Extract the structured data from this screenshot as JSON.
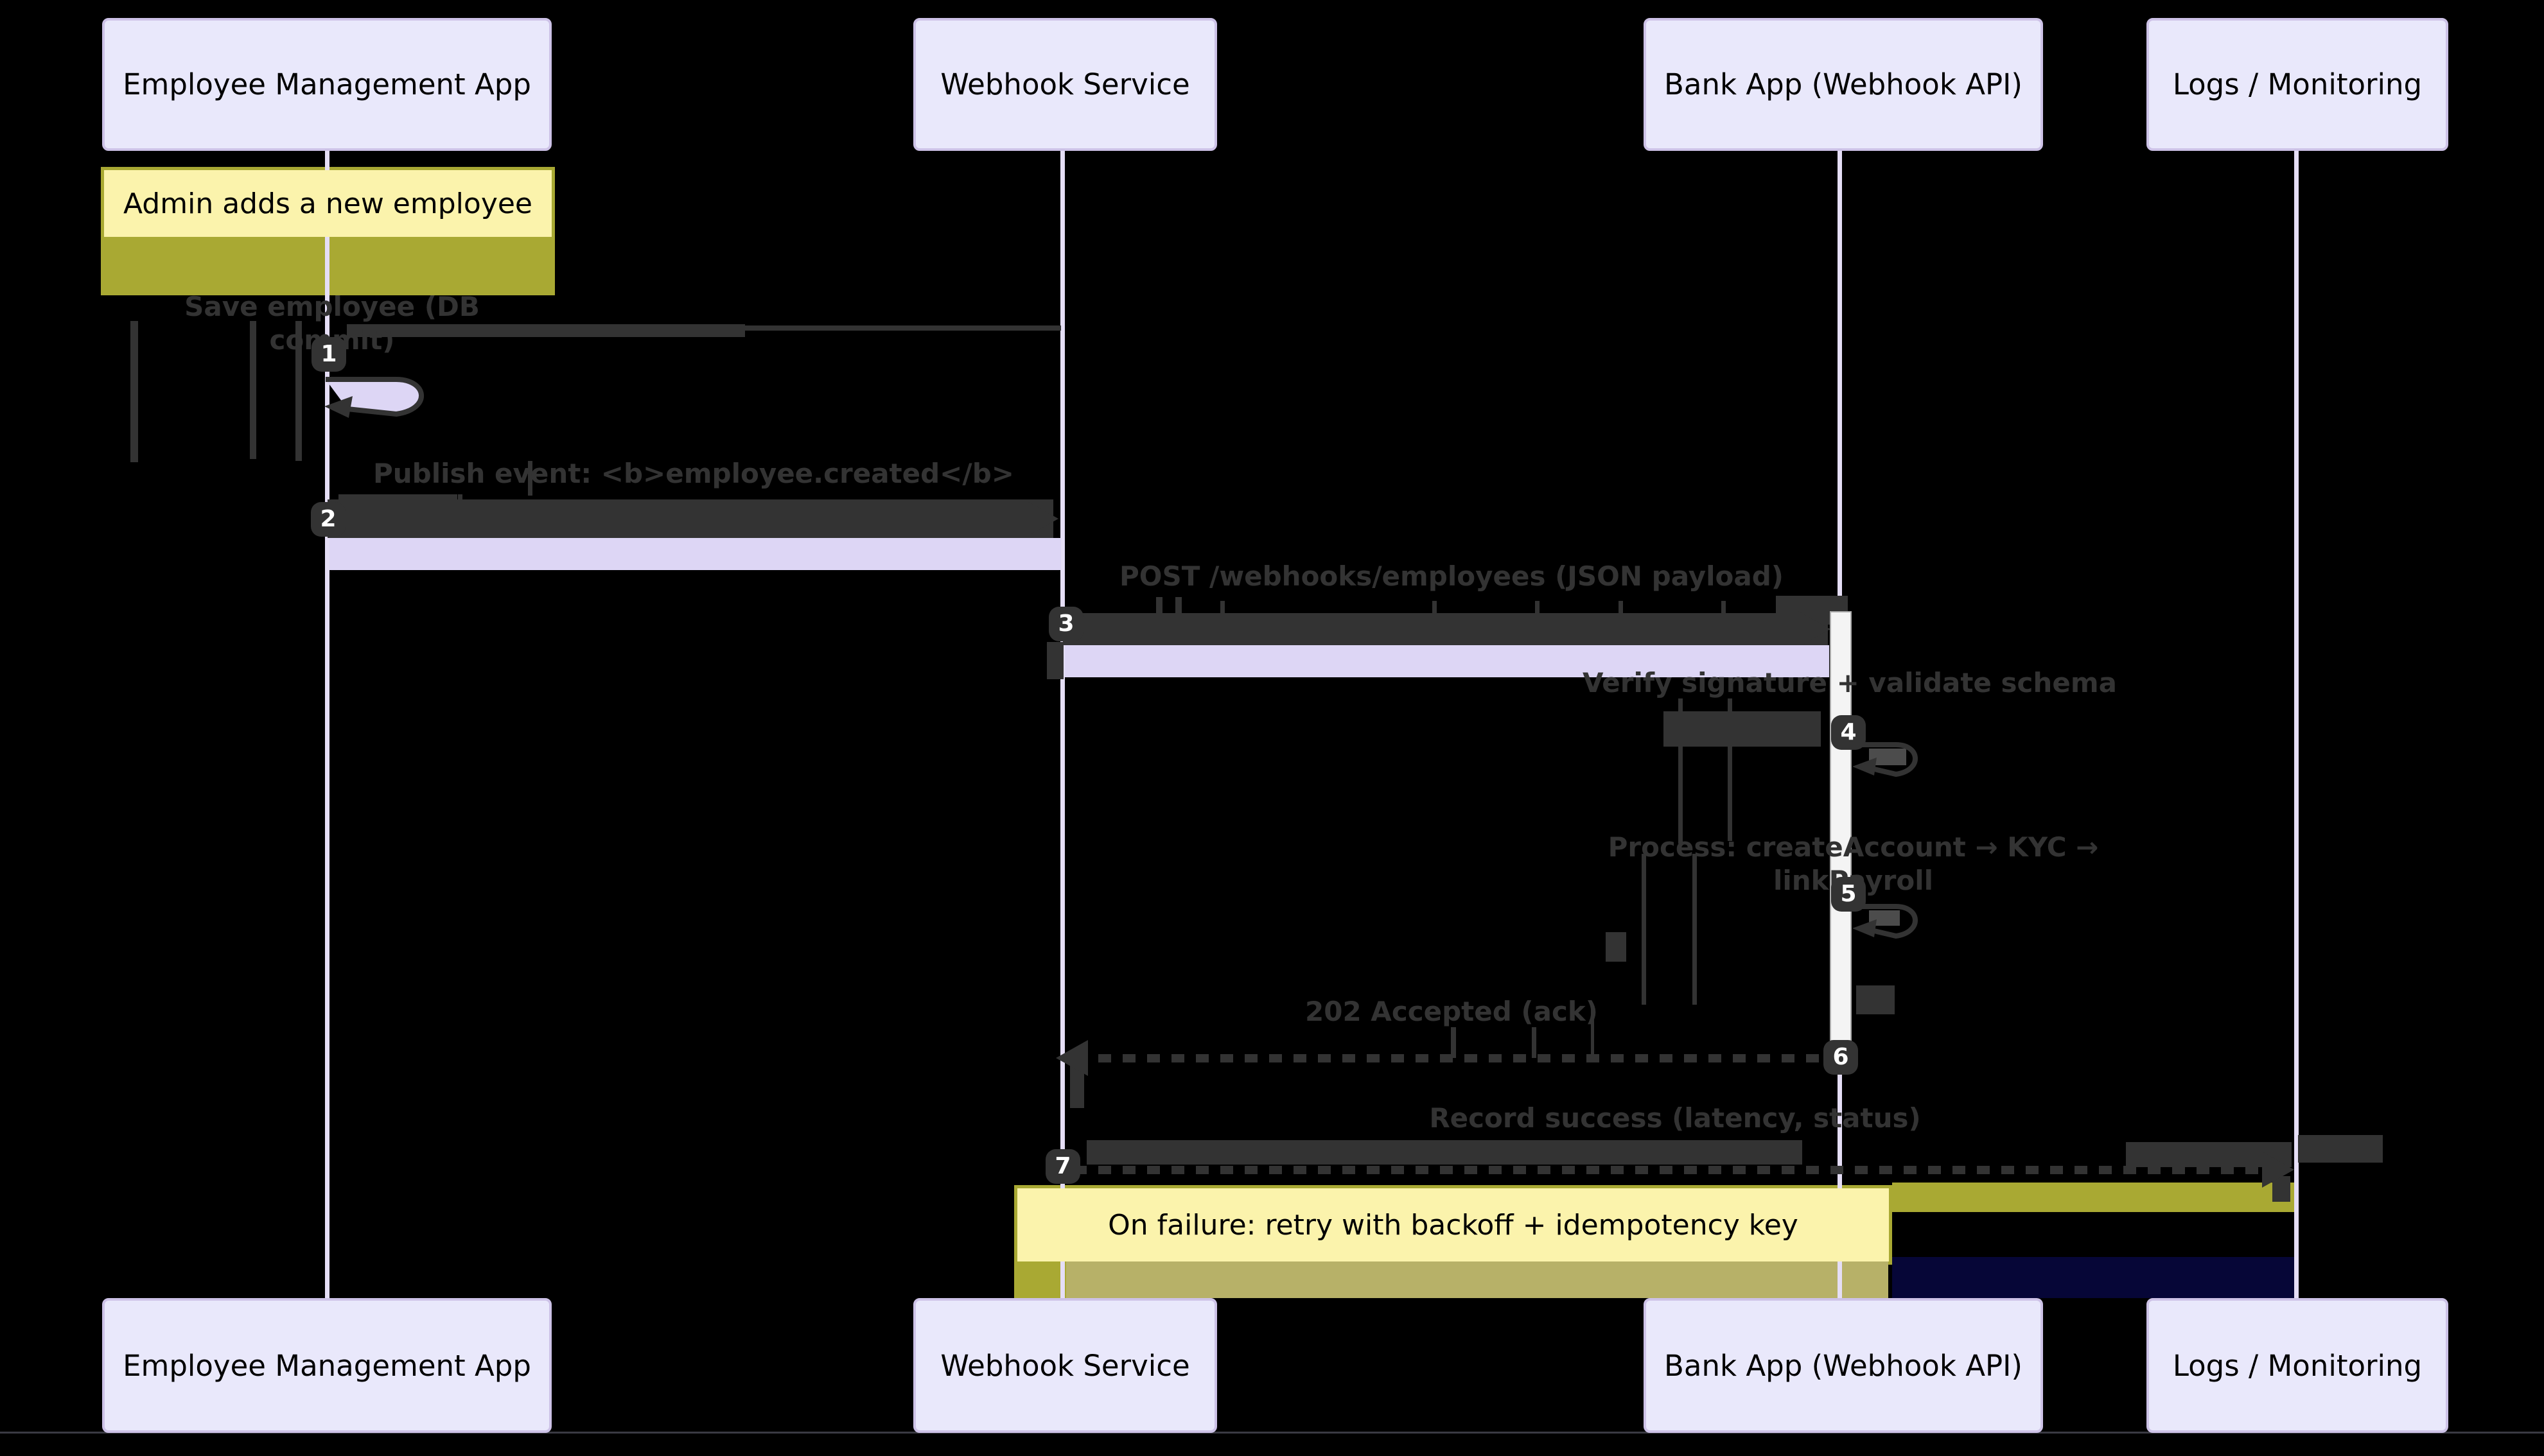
{
  "diagram": {
    "type": "sequence",
    "background": "#000000",
    "actors": [
      {
        "id": "ema",
        "label": "Employee Management App"
      },
      {
        "id": "webhook",
        "label": "Webhook Service"
      },
      {
        "id": "bank",
        "label": "Bank App (Webhook API)"
      },
      {
        "id": "logs",
        "label": "Logs / Monitoring"
      }
    ],
    "notes": [
      {
        "text": "Admin adds a new employee",
        "over": "Employee Management App"
      },
      {
        "text": "On failure: retry with backoff + idempotency key",
        "over": "Webhook Service and Bank App (Webhook API)"
      }
    ],
    "messages": [
      {
        "number": "1",
        "label": "Save employee (DB commit)",
        "from": "ema",
        "to": "ema",
        "kind": "self"
      },
      {
        "number": "2",
        "label": "Publish event: <b>employee.created</b>",
        "from": "ema",
        "to": "webhook",
        "kind": "solid"
      },
      {
        "number": "3",
        "label": "POST /webhooks/employees (JSON payload)",
        "from": "webhook",
        "to": "bank",
        "kind": "solid"
      },
      {
        "number": "4",
        "label": "Verify signature + validate schema",
        "from": "bank",
        "to": "bank",
        "kind": "self"
      },
      {
        "number": "5",
        "label": "Process: createAccount → KYC → linkPayroll",
        "from": "bank",
        "to": "bank",
        "kind": "self"
      },
      {
        "number": "6",
        "label": "202 Accepted (ack)",
        "from": "bank",
        "to": "webhook",
        "kind": "dashed"
      },
      {
        "number": "7",
        "label": "Record success (latency, status)",
        "from": "webhook",
        "to": "logs",
        "kind": "dashed"
      }
    ],
    "colors": {
      "actor_fill": "#E9E8FB",
      "actor_border": "#CDC2E7",
      "lifeline": "#E5DEF6",
      "note_fill": "#FBF3AC",
      "note_border": "#A9A933",
      "olive_solid": "#A9A933",
      "olive_muted": "#B7B168",
      "navy_band": "#060637",
      "message_text": "#333333",
      "activation_fill": "#F4F4F4",
      "badge_fill": "#333333",
      "badge_text": "#FFFFFF",
      "lavender_band": "#DDD6F5"
    }
  }
}
